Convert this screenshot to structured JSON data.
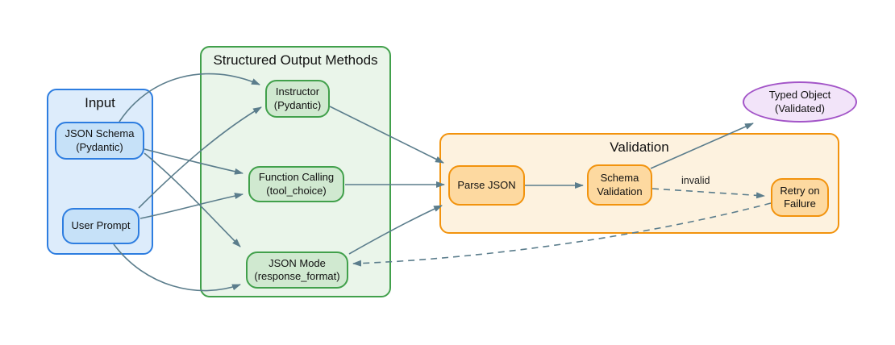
{
  "diagram": {
    "groups": {
      "input": {
        "title": "Input"
      },
      "methods": {
        "title": "Structured Output Methods"
      },
      "validation": {
        "title": "Validation"
      }
    },
    "nodes": {
      "json_schema": {
        "label": "JSON Schema\n(Pydantic)"
      },
      "user_prompt": {
        "label": "User Prompt"
      },
      "instructor": {
        "label": "Instructor\n(Pydantic)"
      },
      "function_calling": {
        "label": "Function Calling\n(tool_choice)"
      },
      "json_mode": {
        "label": "JSON Mode\n(response_format)"
      },
      "parse_json": {
        "label": "Parse JSON"
      },
      "schema_validation": {
        "label": "Schema\nValidation"
      },
      "retry_on_failure": {
        "label": "Retry on\nFailure"
      },
      "typed_object": {
        "label": "Typed Object\n(Validated)"
      }
    },
    "edge_labels": {
      "invalid": "invalid"
    },
    "edges": [
      {
        "from": "json_schema",
        "to": "instructor",
        "style": "solid"
      },
      {
        "from": "json_schema",
        "to": "function_calling",
        "style": "solid"
      },
      {
        "from": "json_schema",
        "to": "json_mode",
        "style": "solid"
      },
      {
        "from": "user_prompt",
        "to": "instructor",
        "style": "solid"
      },
      {
        "from": "user_prompt",
        "to": "function_calling",
        "style": "solid"
      },
      {
        "from": "user_prompt",
        "to": "json_mode",
        "style": "solid"
      },
      {
        "from": "instructor",
        "to": "parse_json",
        "style": "solid"
      },
      {
        "from": "function_calling",
        "to": "parse_json",
        "style": "solid"
      },
      {
        "from": "json_mode",
        "to": "parse_json",
        "style": "solid"
      },
      {
        "from": "parse_json",
        "to": "schema_validation",
        "style": "solid"
      },
      {
        "from": "schema_validation",
        "to": "typed_object",
        "style": "solid"
      },
      {
        "from": "schema_validation",
        "to": "retry_on_failure",
        "style": "dashed",
        "label": "invalid"
      },
      {
        "from": "retry_on_failure",
        "to": "json_mode",
        "style": "dashed"
      }
    ],
    "colors": {
      "blue_container_fill": "#ddecfb",
      "blue_node_fill": "#c6e1f8",
      "blue_stroke": "#2d7de0",
      "green_container_fill": "#eaf5ea",
      "green_node_fill": "#d0e9d0",
      "green_stroke": "#41a04b",
      "orange_container_fill": "#fdf2df",
      "orange_node_fill": "#fdd9a0",
      "orange_stroke": "#f2930d",
      "purple_fill": "#f2e4f9",
      "purple_stroke": "#a355c8",
      "edge_color": "#5b7d8c",
      "text_color": "#111111"
    }
  }
}
